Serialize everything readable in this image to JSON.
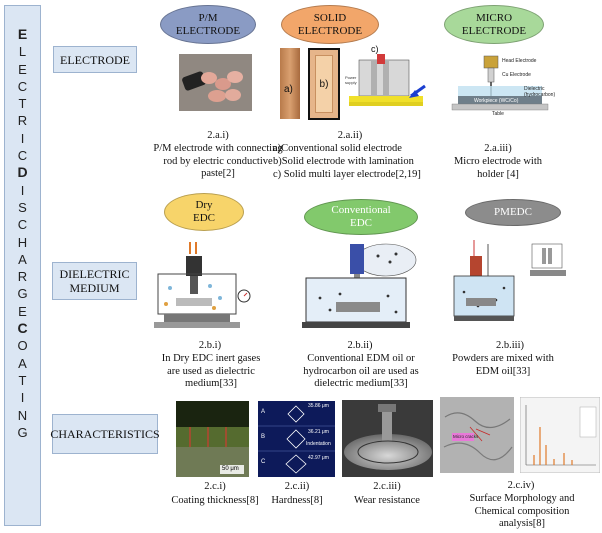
{
  "title_letters": [
    {
      "ch": "E",
      "bold": true
    },
    {
      "ch": "L",
      "bold": false
    },
    {
      "ch": "E",
      "bold": false
    },
    {
      "ch": "C",
      "bold": false
    },
    {
      "ch": "T",
      "bold": false
    },
    {
      "ch": "R",
      "bold": false
    },
    {
      "ch": "I",
      "bold": false
    },
    {
      "ch": "C",
      "bold": false
    },
    {
      "ch": "D",
      "bold": true
    },
    {
      "ch": "I",
      "bold": false
    },
    {
      "ch": "S",
      "bold": false
    },
    {
      "ch": "C",
      "bold": false
    },
    {
      "ch": "H",
      "bold": false
    },
    {
      "ch": "A",
      "bold": false
    },
    {
      "ch": "R",
      "bold": false
    },
    {
      "ch": "G",
      "bold": false
    },
    {
      "ch": "E",
      "bold": false
    },
    {
      "ch": "C",
      "bold": true
    },
    {
      "ch": "O",
      "bold": false
    },
    {
      "ch": "A",
      "bold": false
    },
    {
      "ch": "T",
      "bold": false
    },
    {
      "ch": "I",
      "bold": false
    },
    {
      "ch": "N",
      "bold": false
    },
    {
      "ch": "G",
      "bold": false
    }
  ],
  "rows": {
    "electrode": "ELECTRODE",
    "dielectric": "DIELECTRIC MEDIUM",
    "characteristics": "CHARACTERISTICS"
  },
  "ellipses": {
    "pm": {
      "line1": "P/M",
      "line2": "ELECTRODE",
      "color": "#8a9bc4"
    },
    "solid": {
      "line1": "SOLID",
      "line2": "ELECTRODE",
      "color": "#f2a66a"
    },
    "micro": {
      "line1": "MICRO",
      "line2": "ELECTRODE",
      "color": "#a8d99a"
    },
    "dry": {
      "line1": "Dry",
      "line2": "EDC",
      "color": "#f7d46a"
    },
    "conventional": {
      "line1": "Conventional",
      "line2": "EDC",
      "color": "#82c96c"
    },
    "pmedc": {
      "line1": "PMEDC",
      "line2": "",
      "color": "#8c8c8c"
    }
  },
  "captions": {
    "c2ai": {
      "id": "2.a.i)",
      "text": "P/M electrode with connecting rod by electric conductive paste[2]"
    },
    "c2aii": {
      "id": "2.a.ii)",
      "line1": "a)Conventional solid electrode",
      "line2": "b)Solid electrode with lamination",
      "line3": "c) Solid multi layer electrode[2,19]"
    },
    "c2aiii": {
      "id": "2.a.iii)",
      "text": "Micro electrode with holder [4]"
    },
    "c2bi": {
      "id": "2.b.i)",
      "text": "In Dry EDC inert gases are used as dielectric medium[33]"
    },
    "c2bii": {
      "id": "2.b.ii)",
      "text": "Conventional EDM oil or hydrocarbon oil are used as dielectric medium[33]"
    },
    "c2biii": {
      "id": "2.b.iii)",
      "text": "Powders are mixed with EDM oil[33]"
    },
    "c2ci": {
      "id": "2.c.i)",
      "text": "Coating thickness[8]"
    },
    "c2cii": {
      "id": "2.c.ii)",
      "text": "Hardness[8]"
    },
    "c2ciii": {
      "id": "2.c.iii)",
      "text": "Wear resistance"
    },
    "c2civ": {
      "id": "2.c.iv)",
      "text": "Surface Morphology and Chemical composition analysis[8]"
    }
  },
  "image_labels": {
    "solid_a": "a)",
    "solid_b": "b)",
    "solid_c": "c)",
    "micro_head": "Head Electrode",
    "micro_cu": "Cu Electrode",
    "micro_dielectric": "Dielectric (hydrocarbon)",
    "micro_workpiece": "Workpiece (WC/Co)",
    "micro_table": "Table",
    "hard_a": "A",
    "hard_b": "B",
    "hard_c": "C",
    "hard_indent": "Indentation",
    "hard_v1": "35.86 μm",
    "hard_v2": "36.21 μm",
    "hard_v3": "42.97 μm",
    "thick_scale": "50 μm",
    "sem_box": "Micro cracks"
  }
}
